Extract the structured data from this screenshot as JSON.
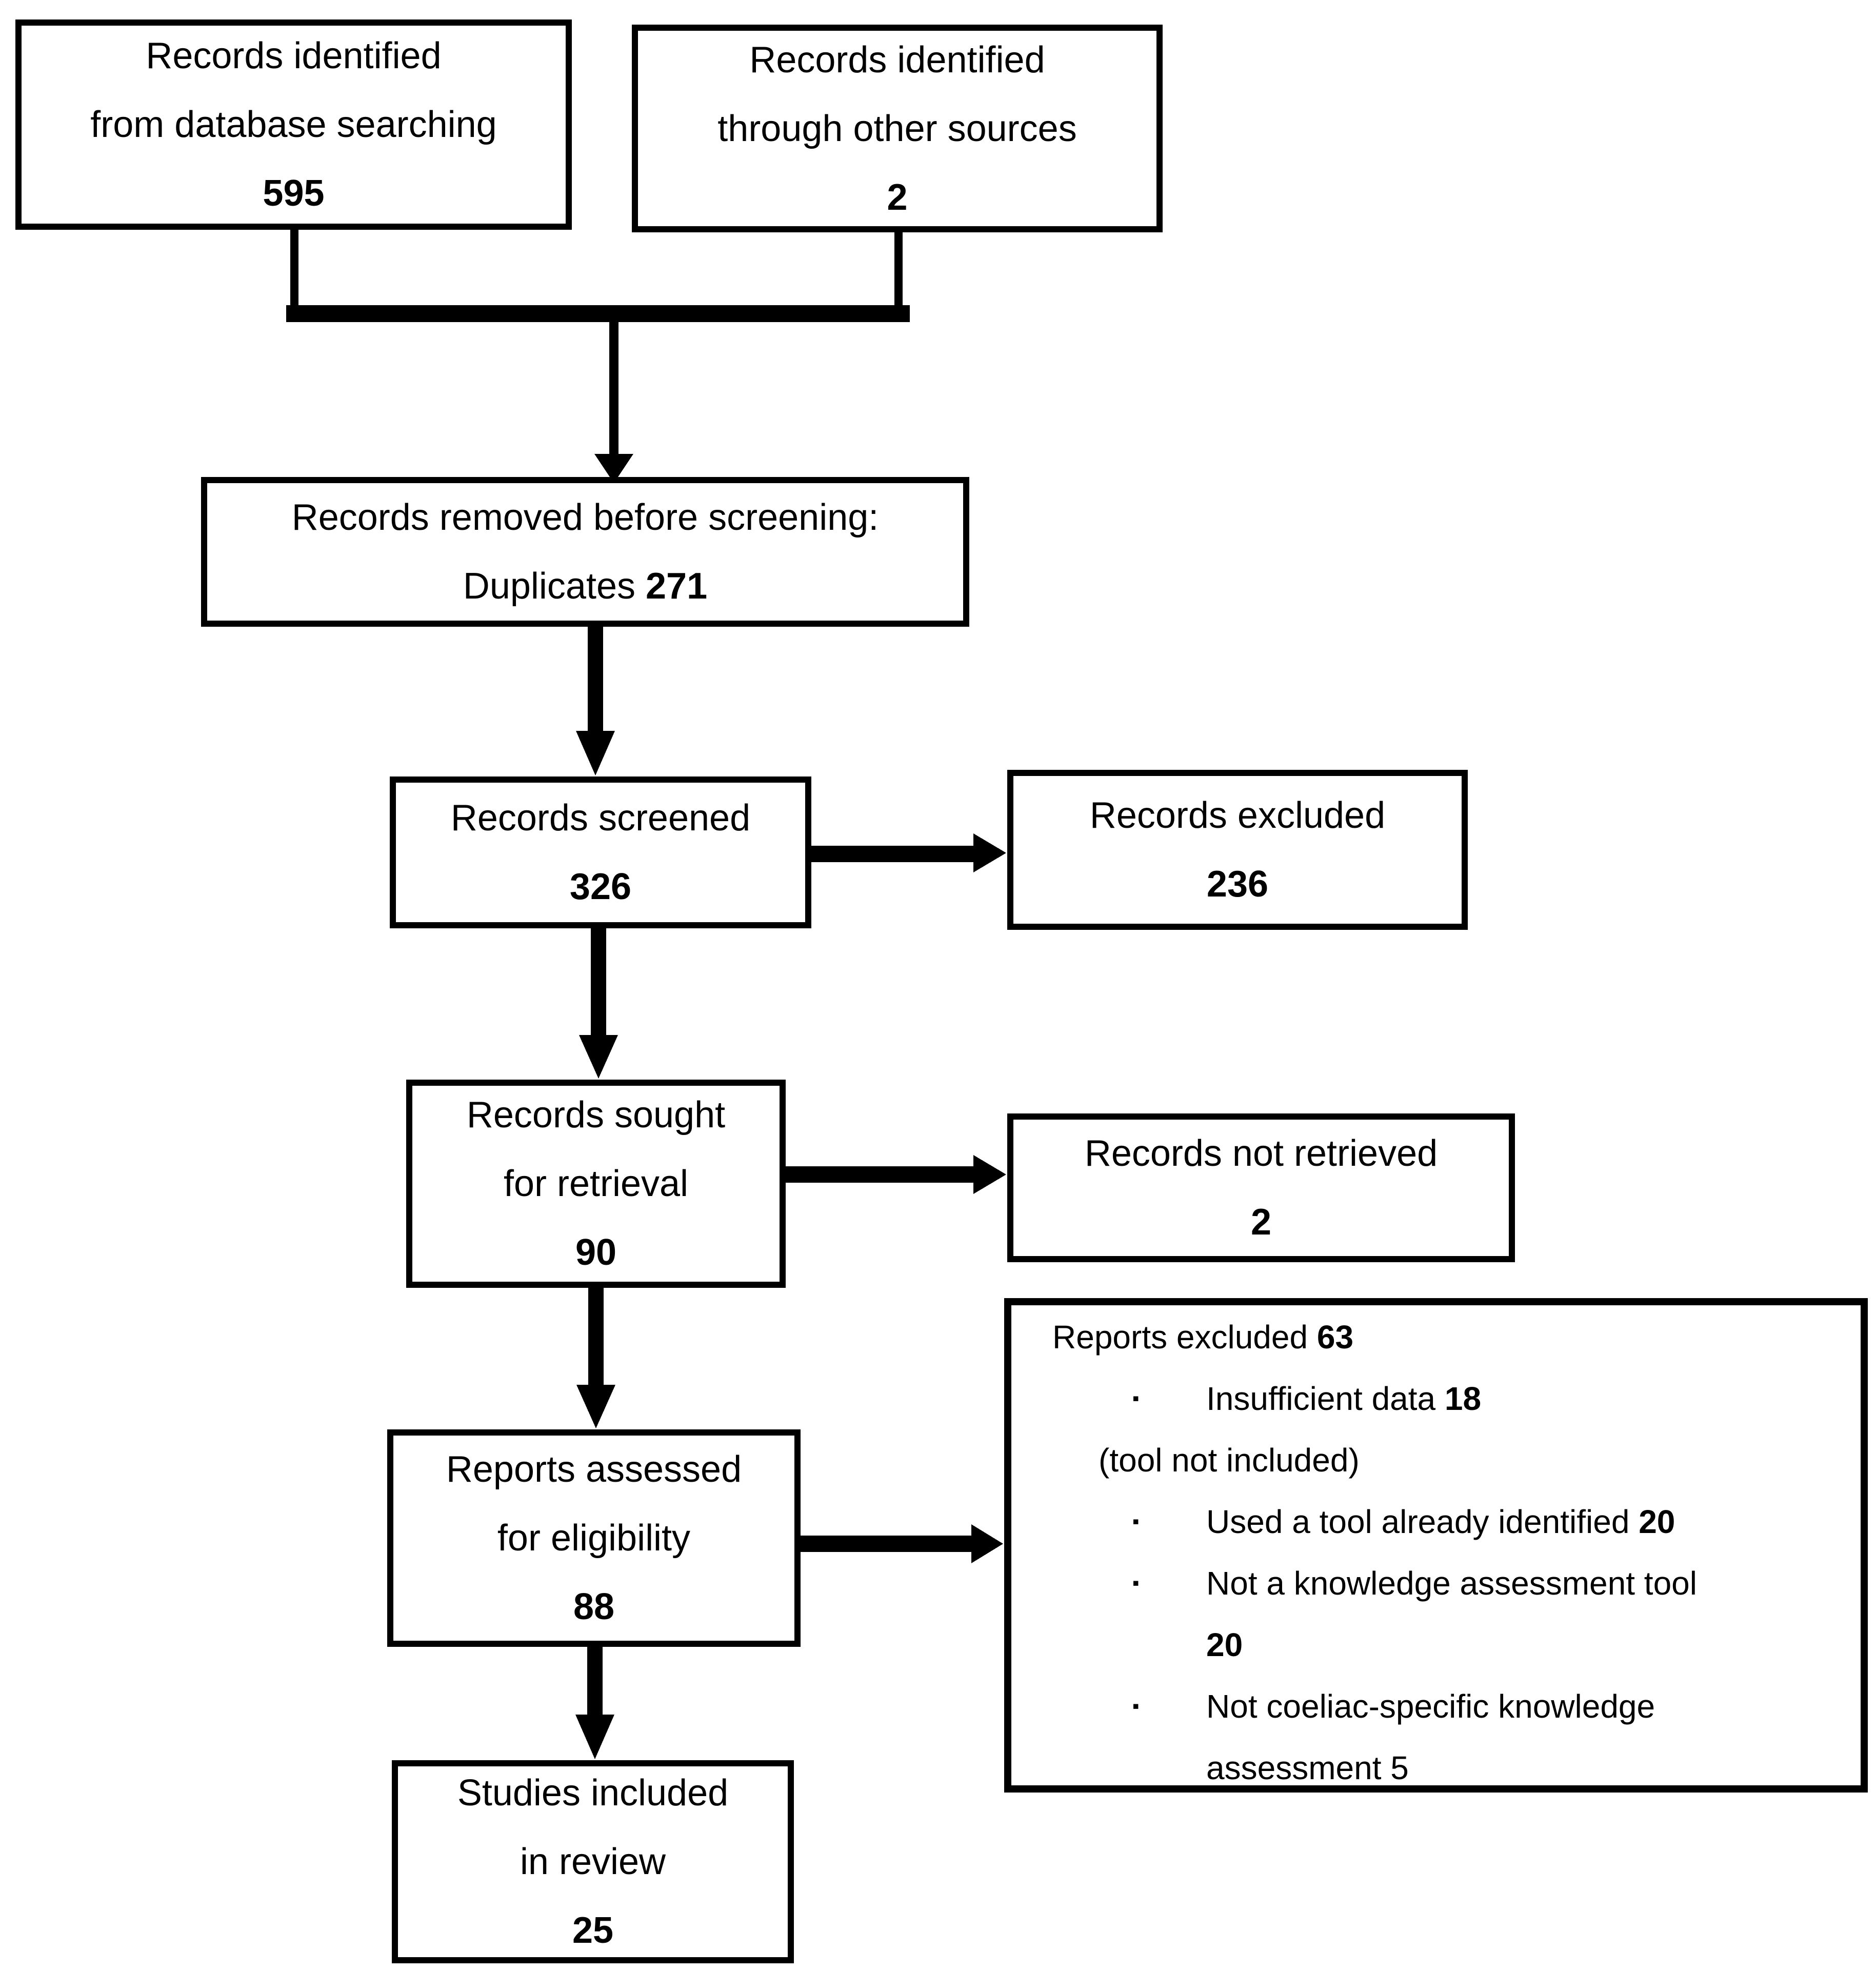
{
  "page": {
    "background": "#ffffff",
    "ink": "#000000"
  },
  "boxes": {
    "db_search": {
      "lines": "Records identified\nfrom database searching",
      "count": "595"
    },
    "other_sources": {
      "lines": "Records identified\nthrough other sources",
      "count": "2"
    },
    "removed": {
      "line1": "Records removed before screening:",
      "line2_label": "Duplicates ",
      "line2_count": "271"
    },
    "screened": {
      "lines": "Records screened",
      "count": "326"
    },
    "records_excluded": {
      "lines": "Records excluded",
      "count": "236"
    },
    "sought": {
      "lines": "Records sought\nfor retrieval",
      "count": "90"
    },
    "not_retrieved": {
      "lines": "Records not retrieved",
      "count": "2"
    },
    "assessed": {
      "lines": "Reports assessed\nfor eligibility",
      "count": "88"
    },
    "included": {
      "lines": "Studies included\nin review",
      "count": "25"
    },
    "reports_excluded": {
      "title": "Reports excluded ",
      "title_count": "63",
      "bullet_glyph": "▪",
      "bullet1_text": "Insufficient data ",
      "bullet1_count": "18",
      "note": "(tool not included)",
      "bullet2_text": "Used a tool already identified ",
      "bullet2_count": "20",
      "bullet3_line1": "Not a knowledge assessment tool",
      "bullet3_line2": "20",
      "bullet4_line1": "Not coeliac-specific knowledge",
      "bullet4_line2": "assessment 5"
    }
  }
}
